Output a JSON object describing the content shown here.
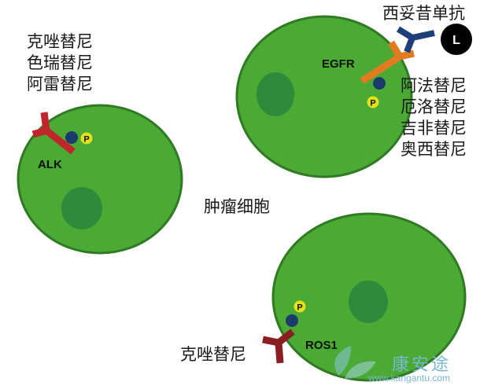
{
  "colors": {
    "cell_fill": "#4aaa34",
    "cell_edge": "#2f7a23",
    "nucleus": "#2e8b3a",
    "alk_receptor": "#c0262c",
    "egfr_receptor": "#e07b22",
    "ros1_receptor": "#8b1e22",
    "antibody": "#1f3f7a",
    "phosphate_dot": "#1c3a6b",
    "phosphate": "#e5e01a",
    "ligand": "#000000"
  },
  "center_label": "肿瘤细胞",
  "alk": {
    "receptor": "ALK",
    "phosphate": "P",
    "drugs": [
      "克唑替尼",
      "色瑞替尼",
      "阿雷替尼"
    ]
  },
  "egfr": {
    "receptor": "EGFR",
    "phosphate": "P",
    "antibody_drug": "西妥昔单抗",
    "ligand": "L",
    "drugs": [
      "阿法替尼",
      "厄洛替尼",
      "吉非替尼",
      "奥西替尼"
    ]
  },
  "ros1": {
    "receptor": "ROS1",
    "phosphate": "P",
    "drug": "克唑替尼"
  },
  "watermark": {
    "name": "康安途",
    "url": "www.kangantu.com"
  }
}
